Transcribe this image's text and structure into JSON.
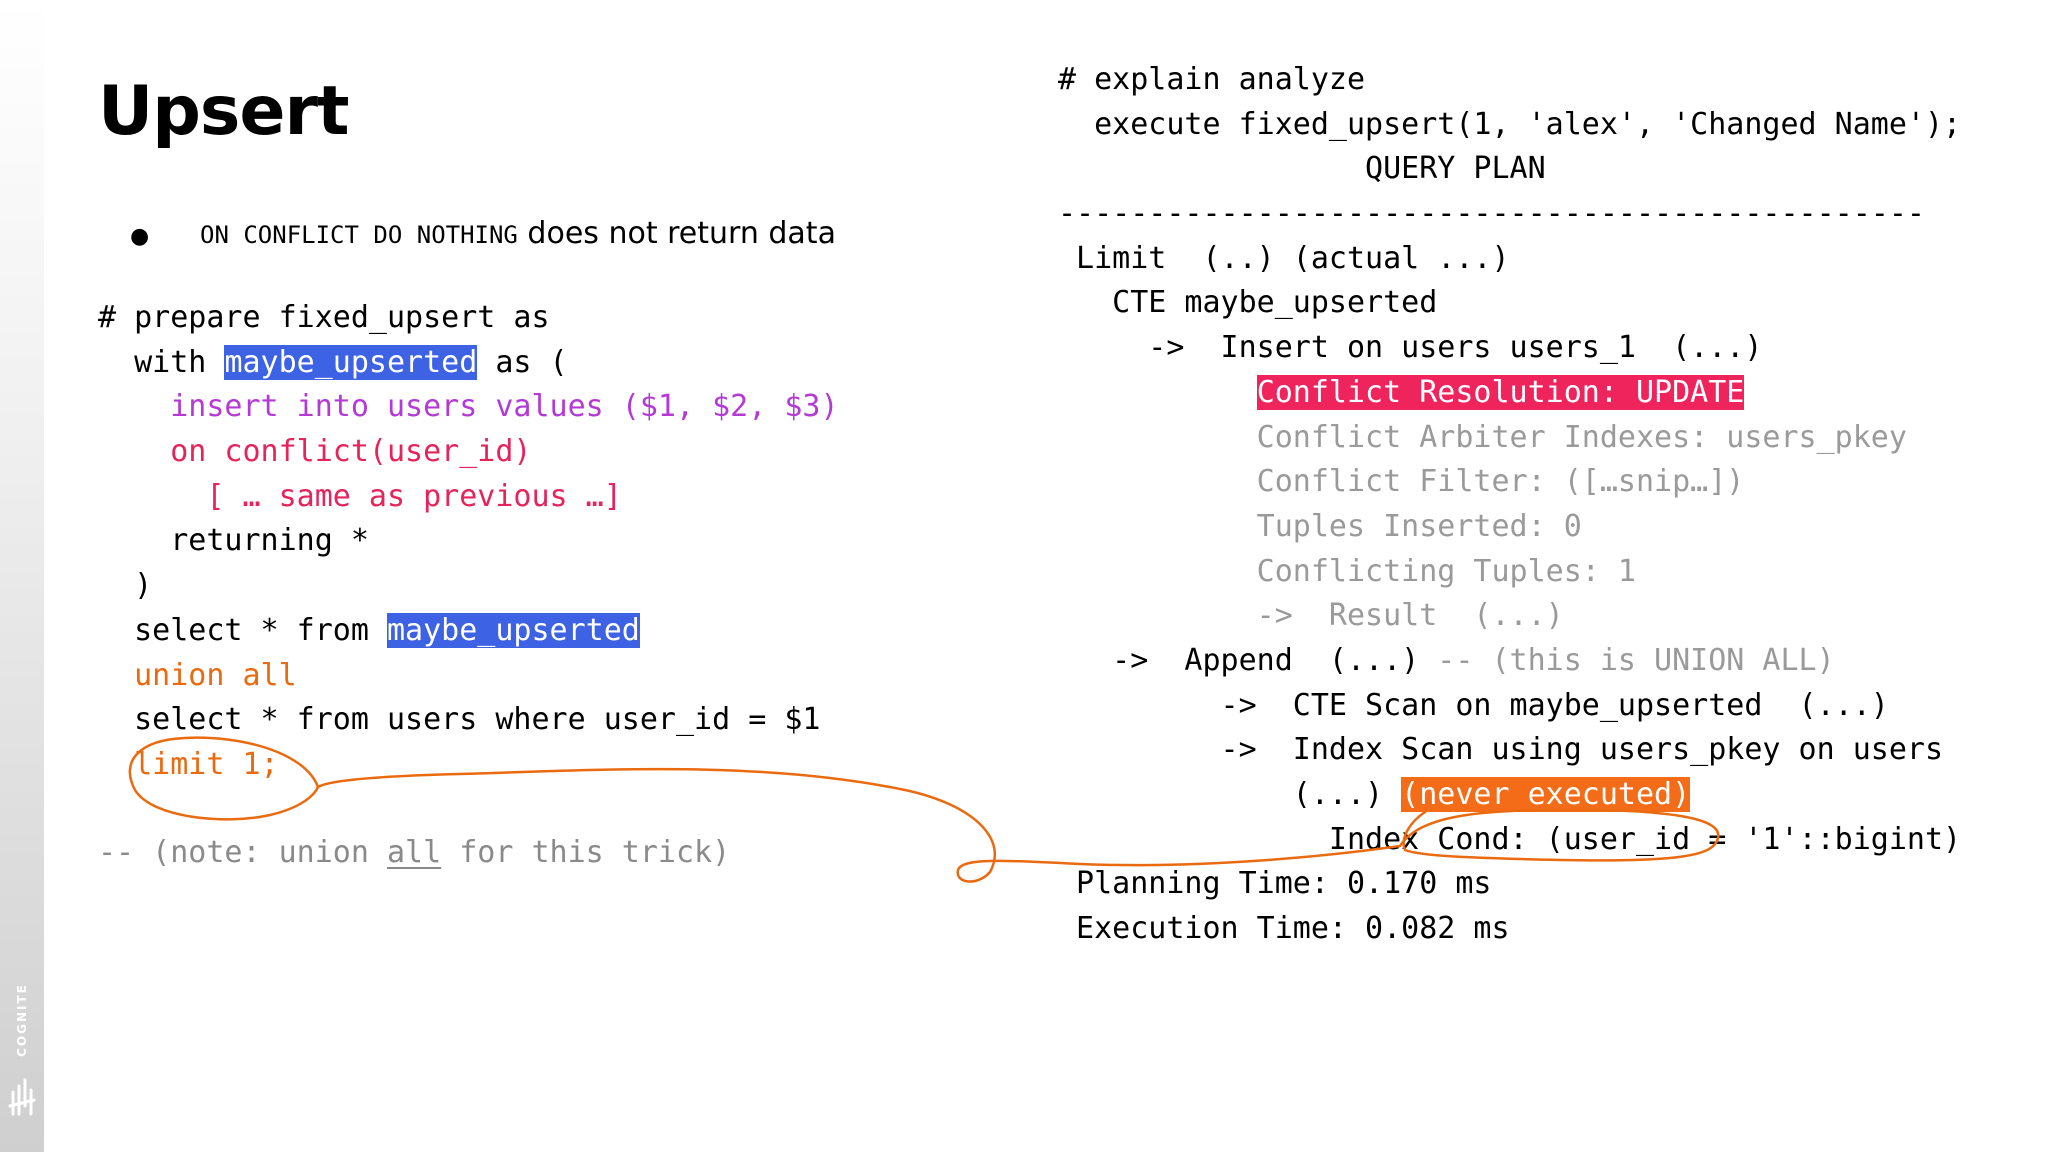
{
  "brand": {
    "name": "COGNITE"
  },
  "slide": {
    "title": "Upsert",
    "bullet": {
      "code": "ON CONFLICT DO NOTHING",
      "text": " does not return data"
    }
  },
  "left_code": {
    "l1": "# prepare fixed_upsert as",
    "l2_a": "  with ",
    "l2_hl": "maybe_upserted",
    "l2_b": " as (",
    "l3": "    insert into users values ($1, $2, $3)",
    "l4": "    on conflict(user_id)",
    "l5": "      [ … same as previous …]",
    "l6": "    returning *",
    "l7": "  )",
    "l8_a": "  select * from ",
    "l8_hl": "maybe_upserted",
    "l9": "  union all",
    "l10": "  select * from users where user_id = $1",
    "l11": "  limit 1;",
    "note_a": "-- (note: union ",
    "note_u": "all",
    "note_b": " for this trick)"
  },
  "right_code": {
    "r1": "# explain analyze",
    "r2": "  execute fixed_upsert(1, 'alex', 'Changed Name');",
    "r3": "                 QUERY PLAN",
    "r4": "------------------------------------------------",
    "r5": " Limit  (..) (actual ...)",
    "r6": "   CTE maybe_upserted",
    "r7": "     ->  Insert on users users_1  (...)",
    "r8_pre": "           ",
    "r8_hl": "Conflict Resolution: UPDATE",
    "r9": "           Conflict Arbiter Indexes: users_pkey",
    "r10": "           Conflict Filter: ([…snip…])",
    "r11": "           Tuples Inserted: 0",
    "r12": "           Conflicting Tuples: 1",
    "r13": "           ->  Result  (...)",
    "r14_a": "   ->  Append  (...) ",
    "r14_b": "-- (this is UNION ALL)",
    "r15": "         ->  CTE Scan on maybe_upserted  (...)",
    "r16": "         ->  Index Scan using users_pkey on users",
    "r17_a": "             (...) ",
    "r17_hl": "(never executed)",
    "r18": "               Index Cond: (user_id = '1'::bigint)",
    "r19": " Planning Time: 0.170 ms",
    "r20": " Execution Time: 0.082 ms"
  },
  "colors": {
    "keyword_purple": "#b43ad6",
    "keyword_red": "#e5245c",
    "keyword_orange": "#ea6a10",
    "highlight_blue": "#3d62e3",
    "highlight_pink": "#f0245d",
    "highlight_orange": "#f56c18",
    "annotation_orange": "#ea6a10"
  },
  "annotation": {
    "icon": "hand-drawn-circle-connector"
  }
}
